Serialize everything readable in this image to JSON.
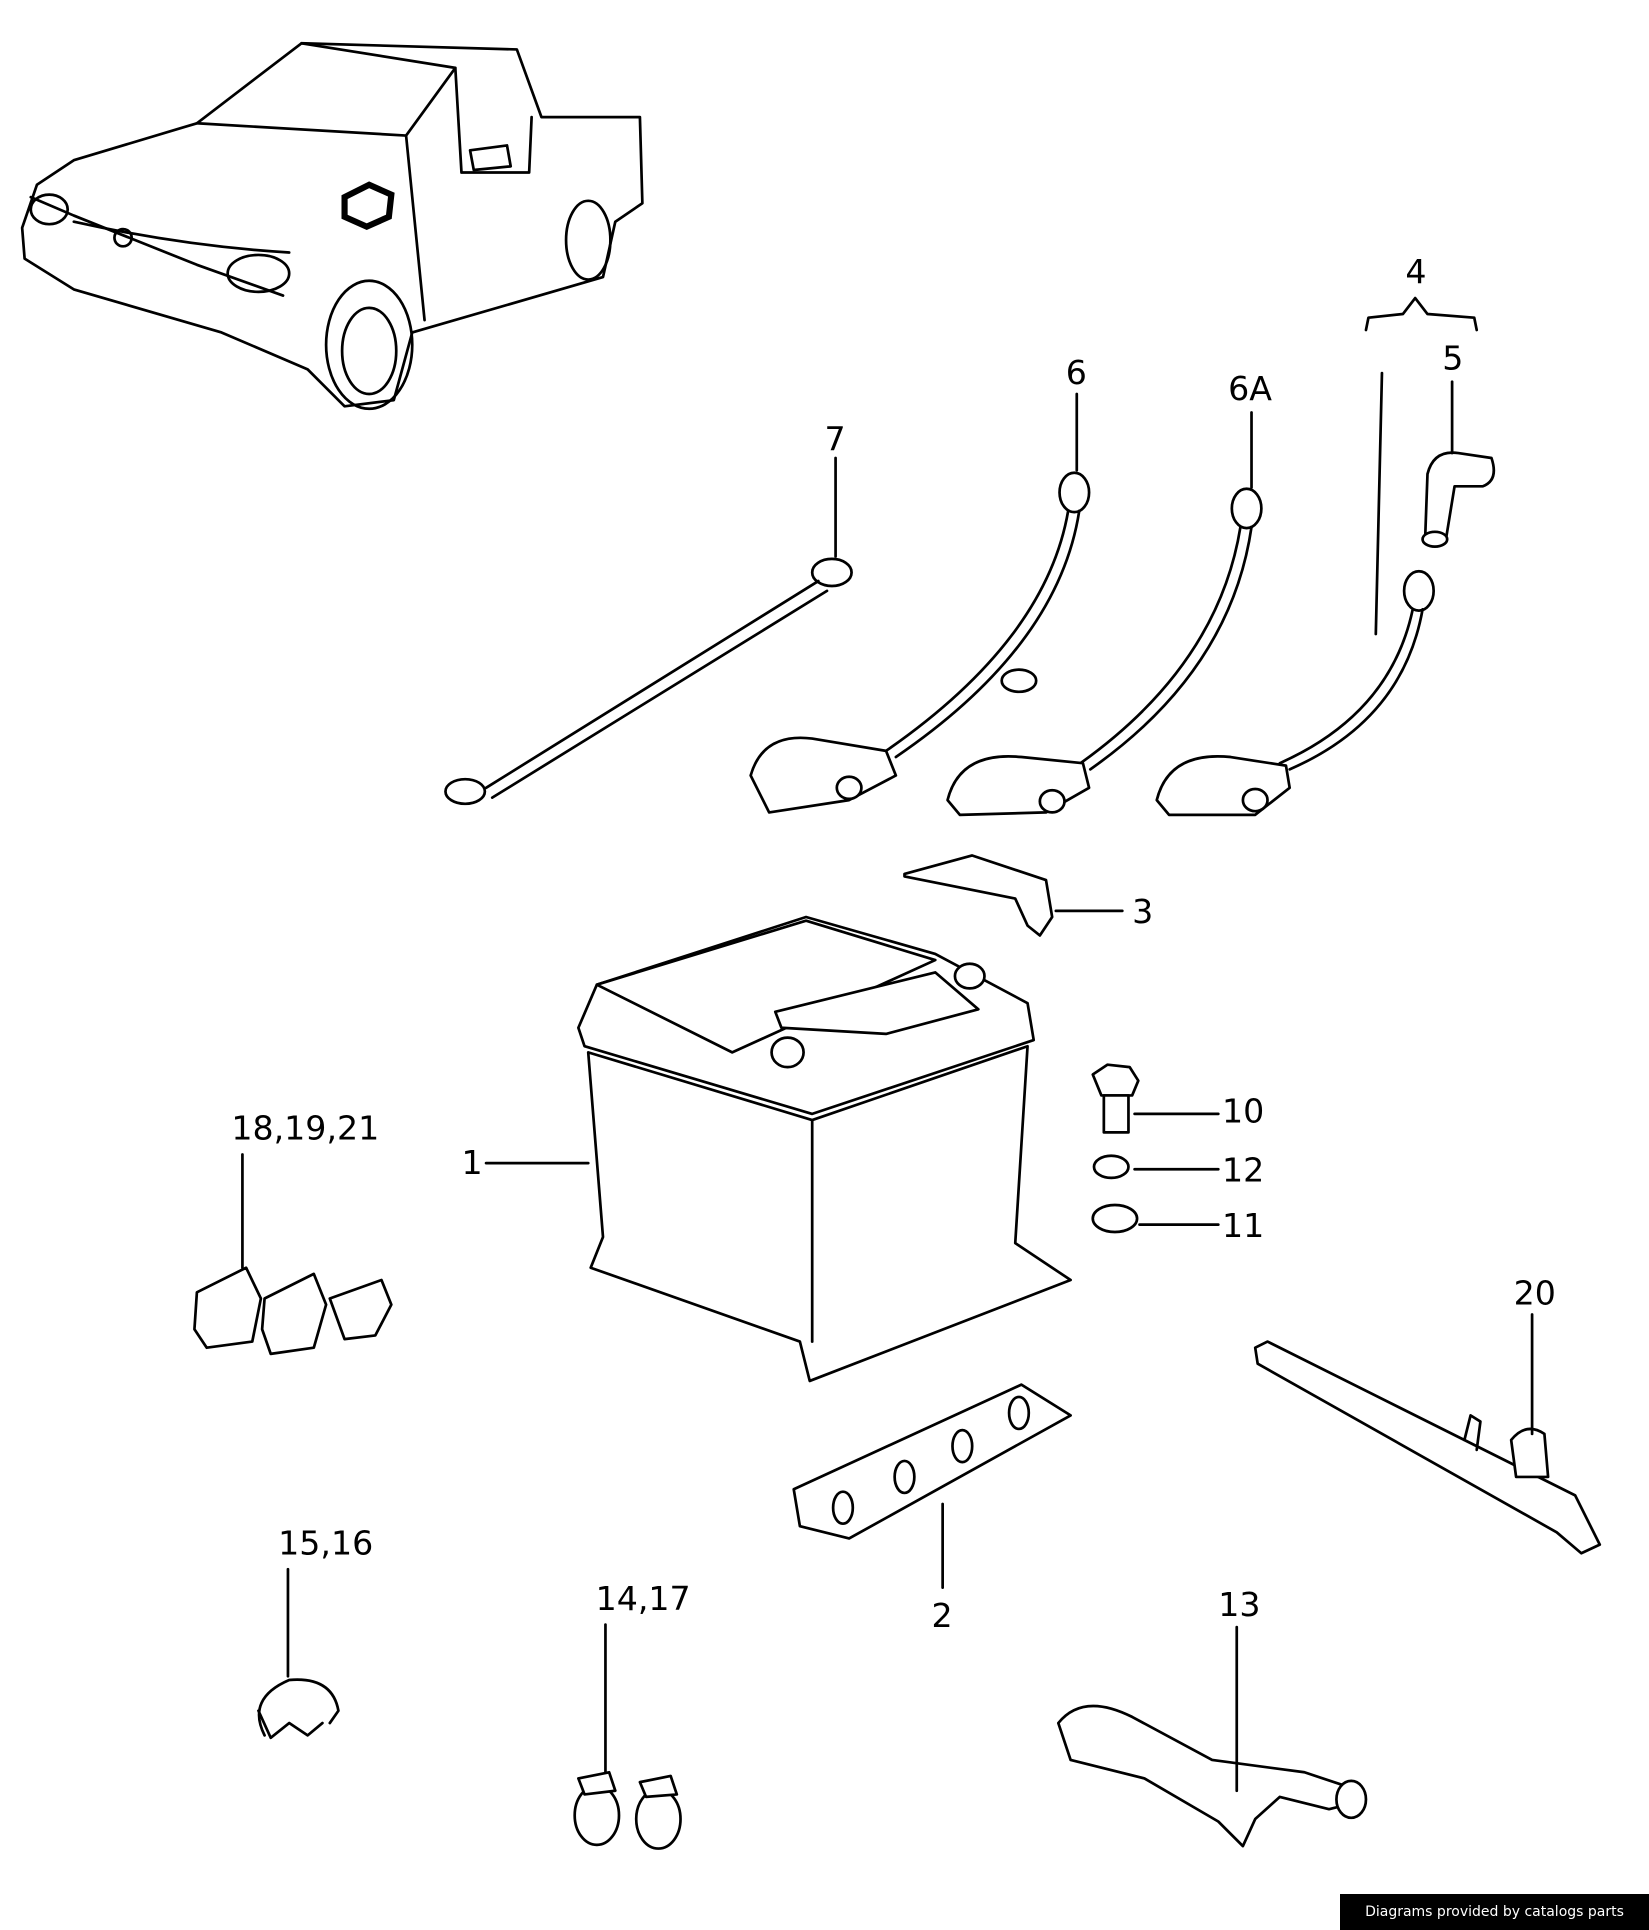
{
  "parts": {
    "p1": {
      "label": "1"
    },
    "p2": {
      "label": "2"
    },
    "p3": {
      "label": "3"
    },
    "p4": {
      "label": "4"
    },
    "p5": {
      "label": "5"
    },
    "p6": {
      "label": "6"
    },
    "p6a": {
      "label": "6A"
    },
    "p7": {
      "label": "7"
    },
    "p10": {
      "label": "10"
    },
    "p11": {
      "label": "11"
    },
    "p12": {
      "label": "12"
    },
    "p13": {
      "label": "13"
    },
    "p14_17": {
      "label": "14,17"
    },
    "p15_16": {
      "label": "15,16"
    },
    "p18_19_21": {
      "label": "18,19,21"
    },
    "p20": {
      "label": "20"
    }
  },
  "credit": "Diagrams provided by catalogs parts"
}
